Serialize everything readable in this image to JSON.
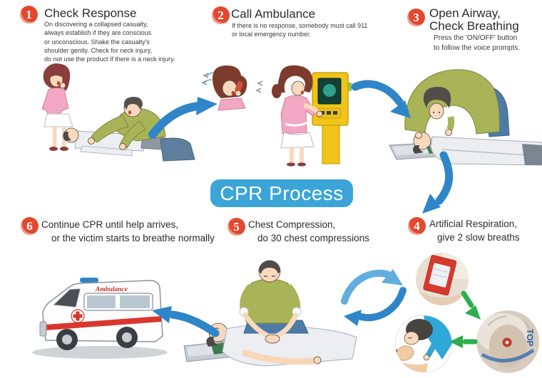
{
  "cpr": {
    "title": "CPR Process"
  },
  "steps": [
    {
      "number": "1",
      "title": "Check Response",
      "desc": [
        "On discovering a collapsed casualty,",
        "always establish if they are conscious",
        "or unconscious. Shake the casualty's",
        "shoulder gently. Check for neck injury,",
        "do not use the product if there is a neck injury."
      ]
    },
    {
      "number": "2",
      "title": "Call Ambulance",
      "desc": [
        "If there is no response, somebody must call 911",
        "or local emergency number."
      ]
    },
    {
      "number": "3",
      "title": "Open Airway,",
      "title2": "Check Breathing",
      "desc": [
        "Press the 'ON/OFF' button",
        "to follow the voice prompts."
      ]
    },
    {
      "number": "4",
      "title": "Artificial Respiration,",
      "title2": "give 2 slow breaths"
    },
    {
      "number": "5",
      "title": "Chest Compression,",
      "title2": "do 30 chest compressions"
    },
    {
      "number": "6",
      "title": "Continue CPR until help arrives,",
      "title2": "or the victim starts to breathe normally"
    }
  ],
  "ambulance": {
    "label": "Ambulance"
  },
  "shield": {
    "label": "TOP"
  },
  "icons": {
    "flow_arrows": [
      "arrow-step1-to-step2",
      "arrow-step2-to-step3",
      "arrow-step3-to-step4",
      "cycle-arrow-top",
      "cycle-arrow-bottom",
      "arrow-step5-to-step6",
      "green-arrow-pack-to-shield",
      "green-arrow-shield-to-breath"
    ]
  },
  "colors": {
    "badge": "#e2492f",
    "cpr_box": "#3ba5d8",
    "arrow_blue": "#2e86c8",
    "arrow_blue_light": "#63aede",
    "arrow_green": "#2eae4e"
  }
}
